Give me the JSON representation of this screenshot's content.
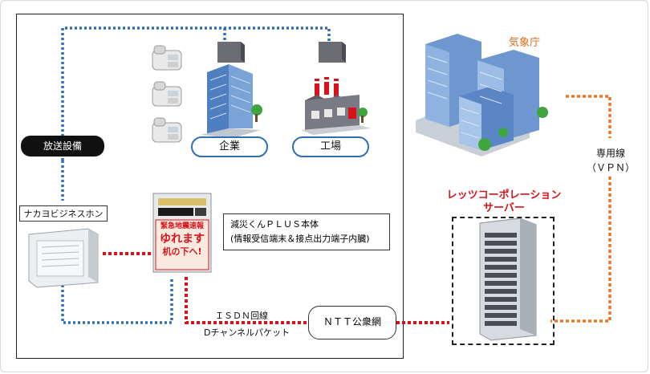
{
  "labels": {
    "broadcast": "放送設備",
    "nakayo": "ナカヨビジネスホン",
    "company": "企業",
    "factory": "工場",
    "main_unit_line1": "減災くんＰＬＵＳ本体",
    "main_unit_line2": "(情報受信端末＆接点出力端子内臓)",
    "isdn": "ＩＳＤＮ回線",
    "dchannel": "Dチャンネルパケット",
    "ntt": "ＮＴＴ公衆網",
    "server_line1": "レッツコーポレーション",
    "server_line2": "サーバー",
    "jma": "気象庁",
    "dedicated_line": "専用線",
    "vpn": "（ＶＰＮ）"
  },
  "device_screen": {
    "line1": "緊急地震速報",
    "line2": "ゆれます",
    "line3": "机の下へ!"
  },
  "colors": {
    "blue_line": "#2f6fb5",
    "red_line": "#d8121a",
    "orange_line": "#e8772a",
    "building_blue": "#5b86c6"
  }
}
